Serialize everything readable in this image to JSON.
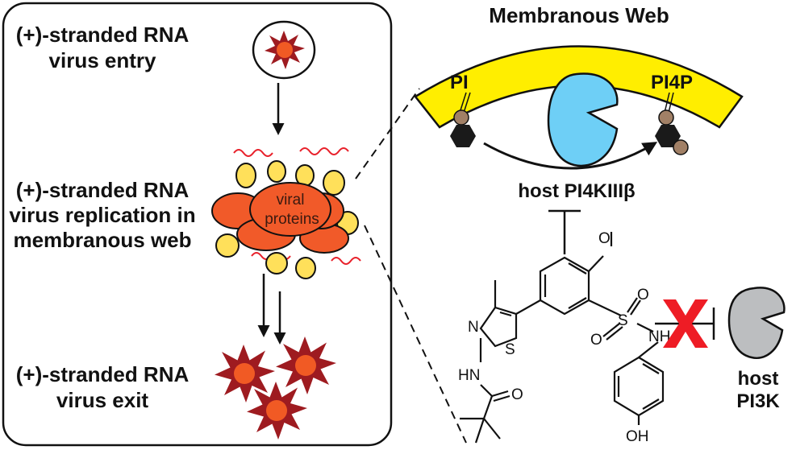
{
  "left_panel": {
    "entry_line1": "(+)-stranded RNA",
    "entry_line2": "virus entry",
    "replication_line1": "(+)-stranded RNA",
    "replication_line2": "virus replication in",
    "replication_line3": "membranous web",
    "exit_line1": "(+)-stranded RNA",
    "exit_line2": "virus exit",
    "viral_proteins_line1": "viral",
    "viral_proteins_line2": "proteins"
  },
  "right_panel": {
    "web_title": "Membranous Web",
    "pi_label": "PI",
    "pi4p_label": "PI4P",
    "enzyme_label": "host PI4KIIIβ",
    "pi3k_line1": "host",
    "pi3k_line2": "PI3K"
  },
  "molecule_atoms": {
    "n_thiazole": "N",
    "s_thiazole": "S",
    "nh_amide": "HN",
    "o_amide": "O",
    "s_sulfonyl": "S",
    "o_sulfonyl_top": "O",
    "o_sulfonyl_left": "O",
    "nh_sulfonamide": "NH",
    "oh_phenol": "OH",
    "o_methoxy": "O"
  },
  "colors": {
    "membrane": "#ffee00",
    "enzyme_pi4k": "#6ecff6",
    "enzyme_pi3k": "#bcbec0",
    "virus_burst": "#9e1b20",
    "virus_core": "#f15a24",
    "viral_protein": "#f15a29",
    "vesicle": "#ffe05a",
    "rna": "#e8212b",
    "inhibition_x": "#ee1c25"
  }
}
